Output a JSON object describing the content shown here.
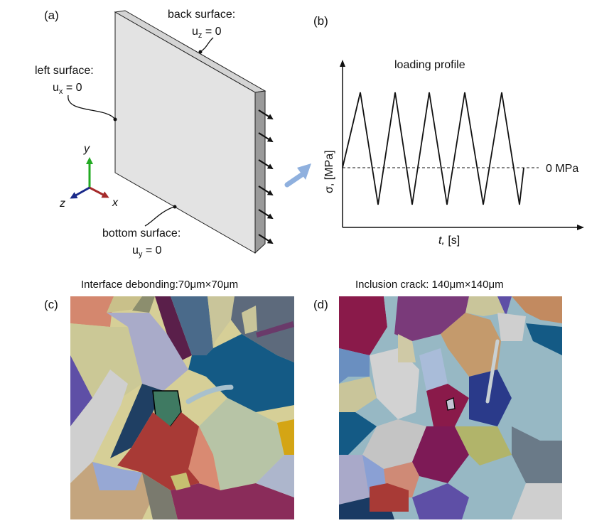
{
  "panels": {
    "a": {
      "label": "(a)",
      "back_surface": {
        "line1": "back surface:",
        "var": "u",
        "sub": "z",
        "rhs": " = 0"
      },
      "left_surface": {
        "line1": "left surface:",
        "var": "u",
        "sub": "x",
        "rhs": " = 0"
      },
      "bottom_surface": {
        "line1": "bottom surface:",
        "var": "u",
        "sub": "y",
        "rhs": " = 0"
      },
      "axes": {
        "x": "x",
        "y": "y",
        "z": "z"
      },
      "colors": {
        "x_axis": "#a52a2a",
        "y_axis": "#22aa22",
        "z_axis": "#1a2a8a",
        "plate_front": "#e3e3e3",
        "plate_edge": "#9a9a9a",
        "transition_arrow": "#8fb0de"
      }
    },
    "b": {
      "label": "(b)",
      "title": "loading profile",
      "ylabel": "σ, [MPa]",
      "xlabel_var": "t,",
      "xlabel_unit": " [s]",
      "zero_label": "0 MPa",
      "profile": {
        "type": "triangular-cyclic",
        "cycles": 5
      }
    },
    "c": {
      "label": "(c)",
      "title": "Interface debonding:70μm×70μm"
    },
    "d": {
      "label": "(d)",
      "title": "Inclusion crack: 140μm×140μm"
    }
  }
}
